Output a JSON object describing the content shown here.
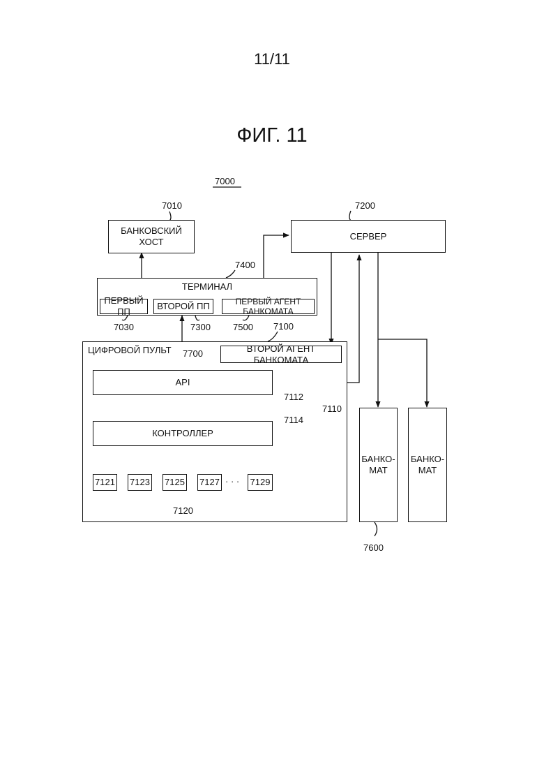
{
  "page_number": "11/11",
  "figure_title": "ФИГ. 11",
  "system": {
    "ref": "7000"
  },
  "bank_host": {
    "label": "БАНКОВСКИЙ ХОСТ",
    "ref": "7010"
  },
  "server": {
    "label": "СЕРВЕР",
    "ref": "7200"
  },
  "terminal": {
    "label": "ТЕРМИНАЛ",
    "ref": "7400",
    "first_pp": {
      "label": "ПЕРВЫЙ ПП",
      "ref": "7030"
    },
    "second_pp": {
      "label": "ВТОРОЙ ПП",
      "ref": "7300"
    },
    "first_agent": {
      "label": "ПЕРВЫЙ АГЕНТ БАНКОМАТА",
      "ref": "7500"
    }
  },
  "digital_console": {
    "label": "ЦИФРОВОЙ ПУЛЬТ",
    "ref": "7100",
    "second_agent": {
      "label": "ВТОРОЙ АГЕНТ БАНКОМАТА",
      "ref": "7700"
    },
    "api": {
      "label": "API",
      "ref": "7112"
    },
    "controller": {
      "label": "КОНТРОЛЛЕР",
      "ref": "7114"
    },
    "group_ref": "7110",
    "modules": [
      "7121",
      "7123",
      "7125",
      "7127",
      "7129"
    ],
    "dots": "· · ·",
    "modules_ref": "7120"
  },
  "atms": {
    "labels": [
      "БАНКО-\nМАТ",
      "БАНКО-\nМАТ"
    ],
    "ref": "7600"
  }
}
